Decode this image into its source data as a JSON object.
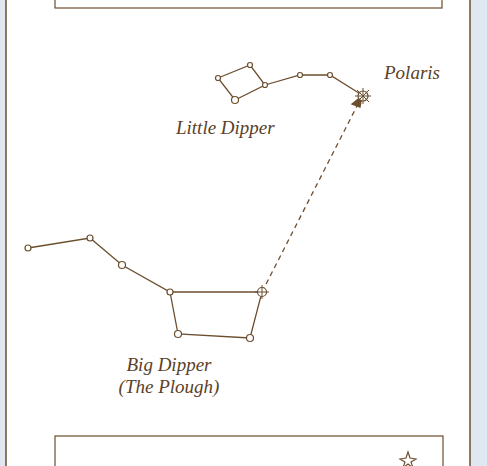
{
  "diagram": {
    "labels": [
      "Polaris",
      "Little Dipper",
      "Big Dipper (The Plough)"
    ]
  }
}
